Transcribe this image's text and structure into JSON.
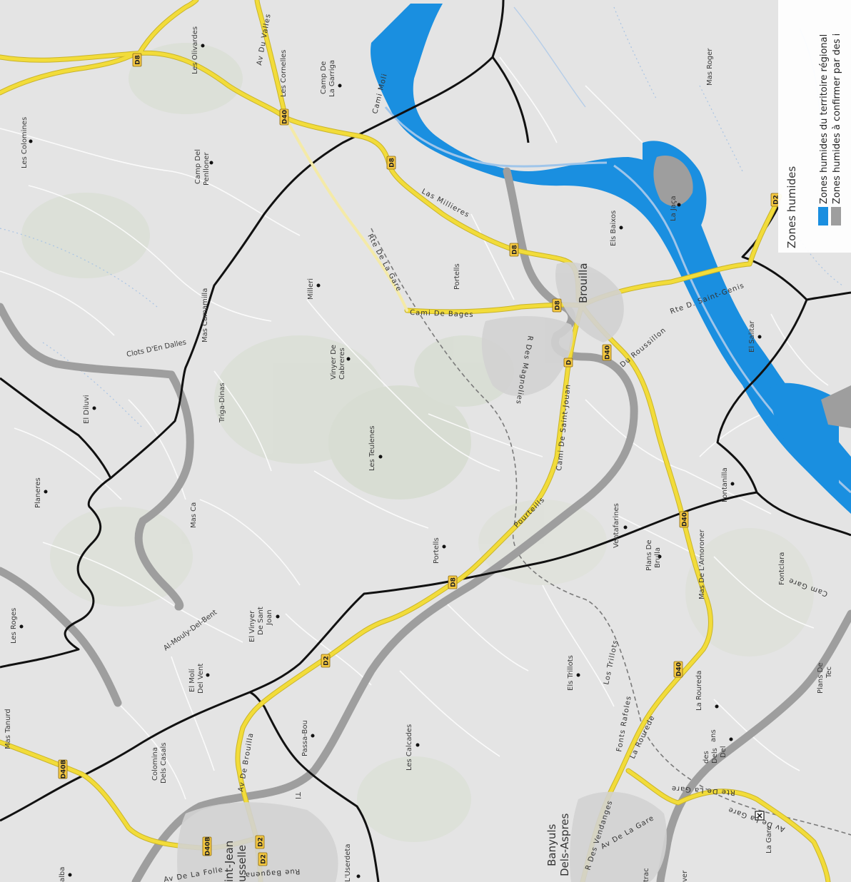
{
  "colors": {
    "background": "#e4e4e4",
    "road_major": "#f2dc3a",
    "road_minor": "#ffffff",
    "wetland_regional": "#1a8fe0",
    "wetland_unconfirmed": "#9e9e9e",
    "boundary": "#111111",
    "shield_fill": "#f4c842"
  },
  "legend": {
    "title": "Zones humides",
    "items": [
      {
        "label": "Zones humides du territoire régional",
        "color": "#1a8fe0",
        "swatch": "blue-swatch"
      },
      {
        "label": "Zones humides à confirmer par des i",
        "color": "#9e9e9e",
        "swatch": "gray-swatch"
      }
    ]
  },
  "places": {
    "brouilla": "Brouilla",
    "banyuls_1": "Banyuls",
    "banyuls_2": "Dels-Aspres",
    "saint_jean_1": "int-Jean",
    "saint_jean_2": "usselle",
    "les_olivardes": "Les Olivardes",
    "les_cornelles": "Les Cornelles",
    "camp_garriga_1": "Camp De",
    "camp_garriga_2": "La Garriga",
    "les_colomines": "Les Colomines",
    "camp_penlloner_1": "Camp Del",
    "camp_penlloner_2": "Penlloner",
    "mas_roger": "Mas Roger",
    "la_jaca": "La Jaça",
    "els_baixos": "Els Baixos",
    "portells_north": "Portells",
    "milleri": "Milleri",
    "mas_camamilla": "Mas Camamilla",
    "clots_dalles": "Clots D'En Dalles",
    "triga_dinas": "Triga-Dinas",
    "vinyer_cabreres_1": "Vinyer De",
    "vinyer_cabreres_2": "Cabreres",
    "el_diluvi": "El Diluvi",
    "planeres": "Planeres",
    "les_teulenes": "Les Teulenes",
    "mas_ca": "Mas Ca",
    "el_salitar": "El Salitar",
    "fontanilla": "Fontanilla",
    "ventafarines": "Ventafarines",
    "plans_brulla_1": "Plans De",
    "plans_brulla_2": "Brulla",
    "mas_amoroner": "Mas De L'Amoroner",
    "fontclara": "Fontclara",
    "portells_south": "Portells",
    "al_mouly": "Al-Mouly-Del-Bent",
    "vinyer_sant_joan_1": "El Vinyer",
    "vinyer_sant_joan_2": "De Sant",
    "vinyer_sant_joan_3": "Joan",
    "les_roges": "Les Roges",
    "el_moli_1": "El Molí",
    "el_moli_2": "Del Vent",
    "els_trillots": "Els Trillots",
    "la_roureda": "La Roureda",
    "plans_del_tec_1": "Plans De",
    "plans_del_tec_2": "Tec",
    "passa_bou": "Passa-Bou",
    "les_calcades": "Les Calcades",
    "colomina_casals_1": "Colomina",
    "colomina_casals_2": "Dels Casals",
    "l_userdeta": "L'Userdeta",
    "la_gare": "La Gare",
    "mas_tanurd": "Mas Tanurd",
    "alba": "alba",
    "dels_1": "des",
    "dels_2": "Dels",
    "dels_3": "Del",
    "lans": "ans",
    "trac": "trac",
    "ver": "ver"
  },
  "roads": {
    "av_du_valles": "Av Du Valles",
    "las_millieres": "Las Millieres",
    "rte_de_la_gare": "Rte De La Gare",
    "cami_de_bages": "Cami De Bages",
    "rte_saint_genis": "Rte D. Saint-Genis",
    "cami_saint_jouan": "Cami De Saint-Jouan",
    "pourteills": "Pourteills",
    "la_rourede": "La Rourede",
    "r_des_vendanges": "R Des Vendanges",
    "av_de_brouilla": "Av De Brouilla",
    "av_de_la_gare": "Av De La Gare",
    "av_de_la_gare_2": "Av De La Gare",
    "rte_de_la_gare_se": "Rte De La Gare",
    "av_de_la_folle": "Av De La Folle",
    "r_des_magnolies": "R Des Magnolies",
    "du_roussillon": "Du Roussillon",
    "rue_bague": "Rue Baguena",
    "cam_gare": "Cam Gare",
    "cami_moli": "Cami Moli",
    "los_trillots": "Los Trillots",
    "pomes": "Fonts Rafoles",
    "la_foil": "Tl"
  },
  "shields": {
    "d8_a": "D8",
    "d8_b": "D8",
    "d8_c": "D8",
    "d8_d": "D8",
    "d40_a": "D40",
    "d40_b": "D40",
    "d40_c": "D40",
    "d40_d": "D40",
    "d40b_a": "D40B",
    "d40b_b": "D40B",
    "d2_a": "D2",
    "d2_b": "D2",
    "d2_c": "D2",
    "d8_e": "D8",
    "d8_f": "D",
    "d2_d": "D2"
  }
}
